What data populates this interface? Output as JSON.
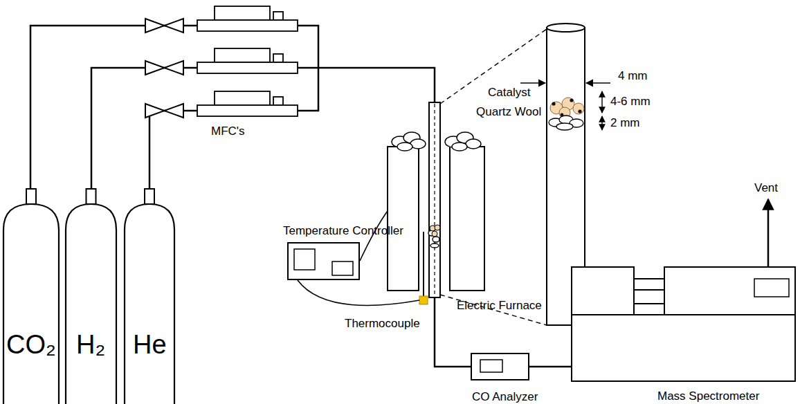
{
  "diagram": {
    "nodes": [
      {
        "text": [
          "CO₂"
        ]
      },
      {
        "text": [
          "H₂"
        ]
      },
      {
        "text": [
          "He"
        ]
      },
      {
        "text": [
          "Temperature Controller"
        ]
      },
      {
        "text": [
          "CO Analyzer"
        ]
      },
      {
        "text": [
          "Mass Spectrometer"
        ]
      }
    ],
    "edges": [
      {
        "from": 4,
        "to": 5,
        "arrow": "none"
      }
    ],
    "labels": [
      "MFC's",
      "Thermocouple",
      "Electric Furnace",
      "Vent",
      "4 mm",
      "Catalyst",
      "Quartz Wool",
      "4-6 mm",
      "2 mm"
    ]
  }
}
